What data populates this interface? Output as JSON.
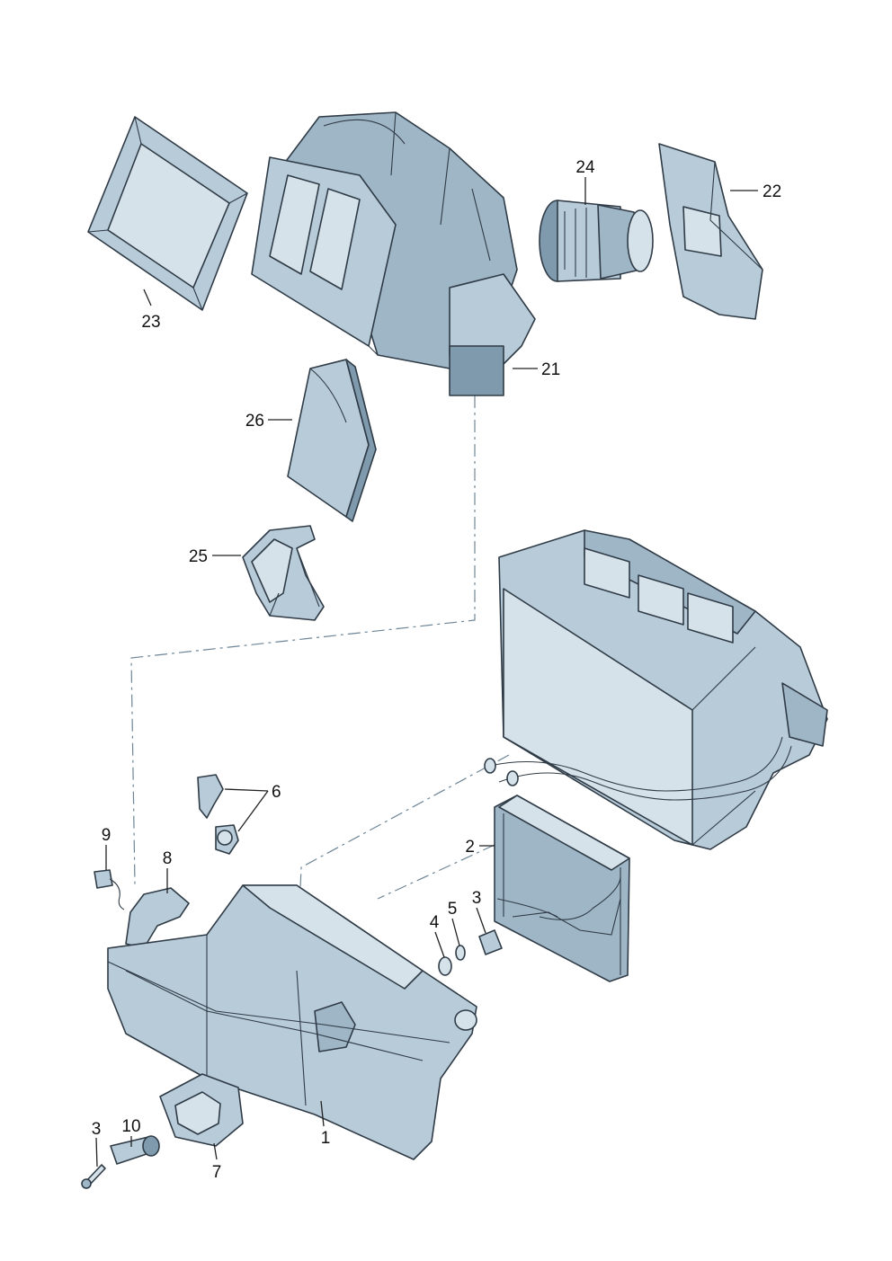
{
  "diagram": {
    "callouts": [
      {
        "id": "c1",
        "text": "1"
      },
      {
        "id": "c2",
        "text": "2"
      },
      {
        "id": "c3a",
        "text": "3"
      },
      {
        "id": "c3b",
        "text": "3"
      },
      {
        "id": "c4",
        "text": "4"
      },
      {
        "id": "c5",
        "text": "5"
      },
      {
        "id": "c6",
        "text": "6"
      },
      {
        "id": "c7",
        "text": "7"
      },
      {
        "id": "c8",
        "text": "8"
      },
      {
        "id": "c9",
        "text": "9"
      },
      {
        "id": "c10",
        "text": "10"
      },
      {
        "id": "c21",
        "text": "21"
      },
      {
        "id": "c22",
        "text": "22"
      },
      {
        "id": "c23",
        "text": "23"
      },
      {
        "id": "c24",
        "text": "24"
      },
      {
        "id": "c25",
        "text": "25"
      },
      {
        "id": "c26",
        "text": "26"
      }
    ],
    "colors": {
      "part_fill": "#b8cbd8",
      "part_shadow": "#7f99ad",
      "outline": "#2f3b46",
      "phantom_line": "#6d8596",
      "text": "#111111"
    }
  }
}
